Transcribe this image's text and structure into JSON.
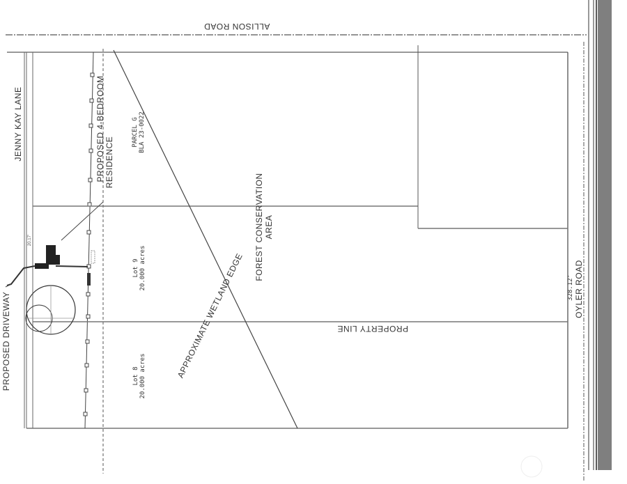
{
  "roads": {
    "north": "ALLISON ROAD",
    "west": "JENNY KAY LANE",
    "east": "OYLER ROAD"
  },
  "labels": {
    "residence_line1": "PROPOSED 4-BEDROOM",
    "residence_line2": "RESIDENCE",
    "parcel_line1": "PARCEL G",
    "parcel_line2": "BLA 23-0022",
    "lot9_line1": "Lot 9",
    "lot9_line2": "20.000 acres",
    "lot8_line1": "Lot 8",
    "lot8_line2": "20.000 acres",
    "forest_line1": "FOREST CONSERVATION",
    "forest_line2": "AREA",
    "wetland": "APPROXIMATE WETLAND EDGE",
    "property_line": "PROPERTY LINE",
    "driveway": "PROPOSED DRIVEWAY"
  },
  "dimensions": {
    "east_frontage": "328.12'",
    "west_frontage": "20.17'"
  },
  "colors": {
    "line": "#444444",
    "side_bar": "#7f7f7f"
  }
}
